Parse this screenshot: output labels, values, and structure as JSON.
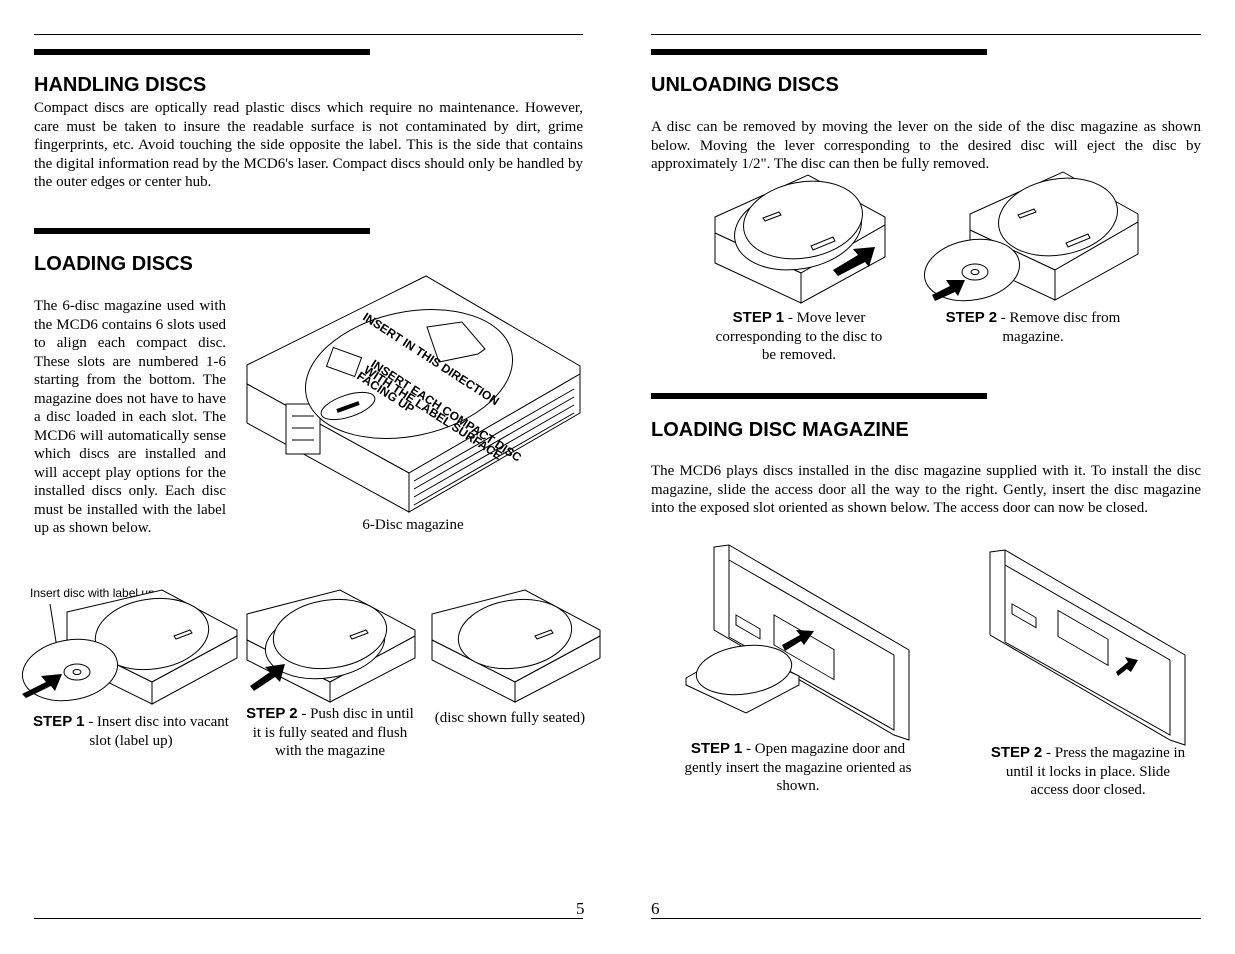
{
  "left_page": {
    "handling": {
      "heading": "HANDLING DISCS",
      "text": "Compact discs are optically read plastic discs which require no maintenance. However, care must be taken to insure the readable surface is not contaminated by dirt, grime fingerprints, etc. Avoid touching the side opposite the label. This is the side that contains the digital information read by the MCD6's laser. Compact discs should only be handled by the outer edges or center hub."
    },
    "loading": {
      "heading": "LOADING DISCS",
      "text": "The 6-disc magazine used with the MCD6 contains 6 slots used to align each compact disc. These slots are numbered 1-6 starting from the bottom. The magazine does not have to have a disc loaded in each slot. The MCD6 will automatically sense which discs are installed and will accept play options for the installed discs only.  Each disc must be installed with the label up as shown below."
    },
    "magazine_figure": {
      "caption": "6-Disc magazine",
      "label_line1": "INSERT IN THIS DIRECTION",
      "label_line2": "INSERT EACH COMPACT DISC",
      "label_line3": "WITH THE LABEL SURFACE",
      "label_line4": "FACING UP"
    },
    "steps": {
      "callout": "Insert disc with label up",
      "step1_label": "STEP 1",
      "step1_text": " - Insert disc into vacant slot (label up)",
      "step2_label": "STEP 2",
      "step2_text": " -  Push disc in until it is fully seated and flush with the magazine",
      "step3_text": "(disc shown fully seated)"
    },
    "page_number": "5"
  },
  "right_page": {
    "unloading": {
      "heading": "UNLOADING DISCS",
      "text": "A disc can be removed by moving the lever on the side of the disc magazine as shown below. Moving the lever corresponding to the desired disc will eject the disc by approximately 1/2\". The disc can then be fully removed.",
      "step1_label": "STEP 1",
      "step1_text": " - Move lever corresponding to the disc to be removed.",
      "step2_label": "STEP 2",
      "step2_text": " - Remove disc from magazine."
    },
    "loading_magazine": {
      "heading": "LOADING DISC MAGAZINE",
      "text": "The MCD6 plays discs installed in the disc magazine supplied with it. To install the disc magazine, slide the access door all the way to the right. Gently, insert the disc magazine into the exposed slot oriented as shown below. The access door can now be closed.",
      "step1_label": "STEP 1",
      "step1_text": " - Open magazine door and gently insert the magazine oriented as shown.",
      "step2_label": "STEP 2",
      "step2_text": " - Press the magazine in until it locks in place. Slide access door closed."
    },
    "page_number": "6"
  }
}
